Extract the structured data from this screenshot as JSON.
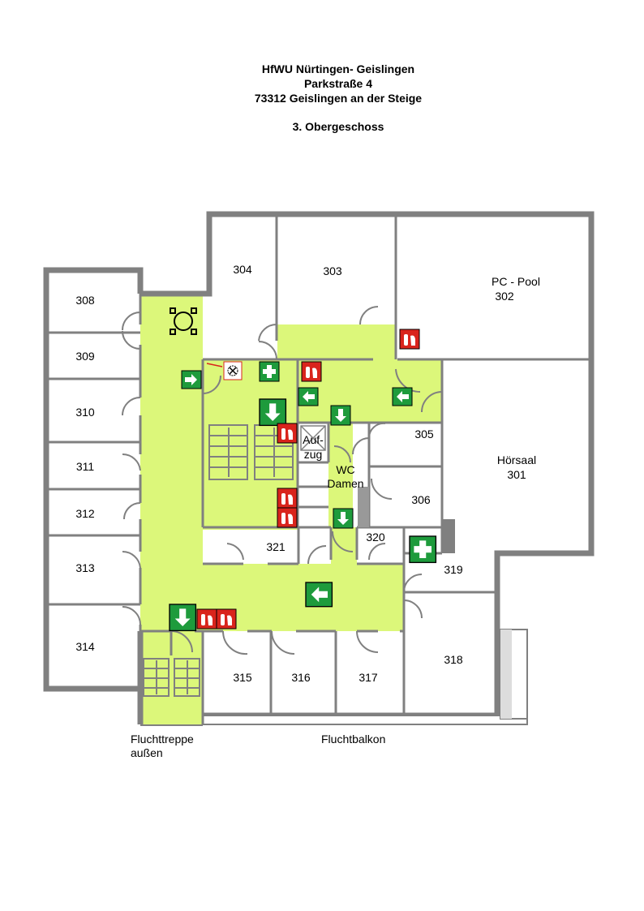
{
  "header": {
    "line1": "HfWU Nürtingen- Geislingen",
    "line2": "Parkstraße 4",
    "line3": "73312 Geislingen an der Steige",
    "floor": "3. Obergeschoss"
  },
  "rooms": {
    "r302a": "PC - Pool",
    "r302b": "302",
    "r301a": "Hörsaal",
    "r301b": "301",
    "r303": "303",
    "r304": "304",
    "r305": "305",
    "r306": "306",
    "r308": "308",
    "r309": "309",
    "r310": "310",
    "r311": "311",
    "r312": "312",
    "r313": "313",
    "r314": "314",
    "r315": "315",
    "r316": "316",
    "r317": "317",
    "r318": "318",
    "r319": "319",
    "r320": "320",
    "r321": "321",
    "elevator_a": "Auf-",
    "elevator_b": "zug",
    "wc_a": "WC",
    "wc_b": "Damen"
  },
  "labels": {
    "stair_a": "Fluchttreppe",
    "stair_b": "außen",
    "balcony": "Fluchtbalkon"
  },
  "colors": {
    "corridor": "#dcf77a",
    "wall": "#808080",
    "escape_sign": "#1e9b3c",
    "fire_sign": "#d9241c"
  }
}
